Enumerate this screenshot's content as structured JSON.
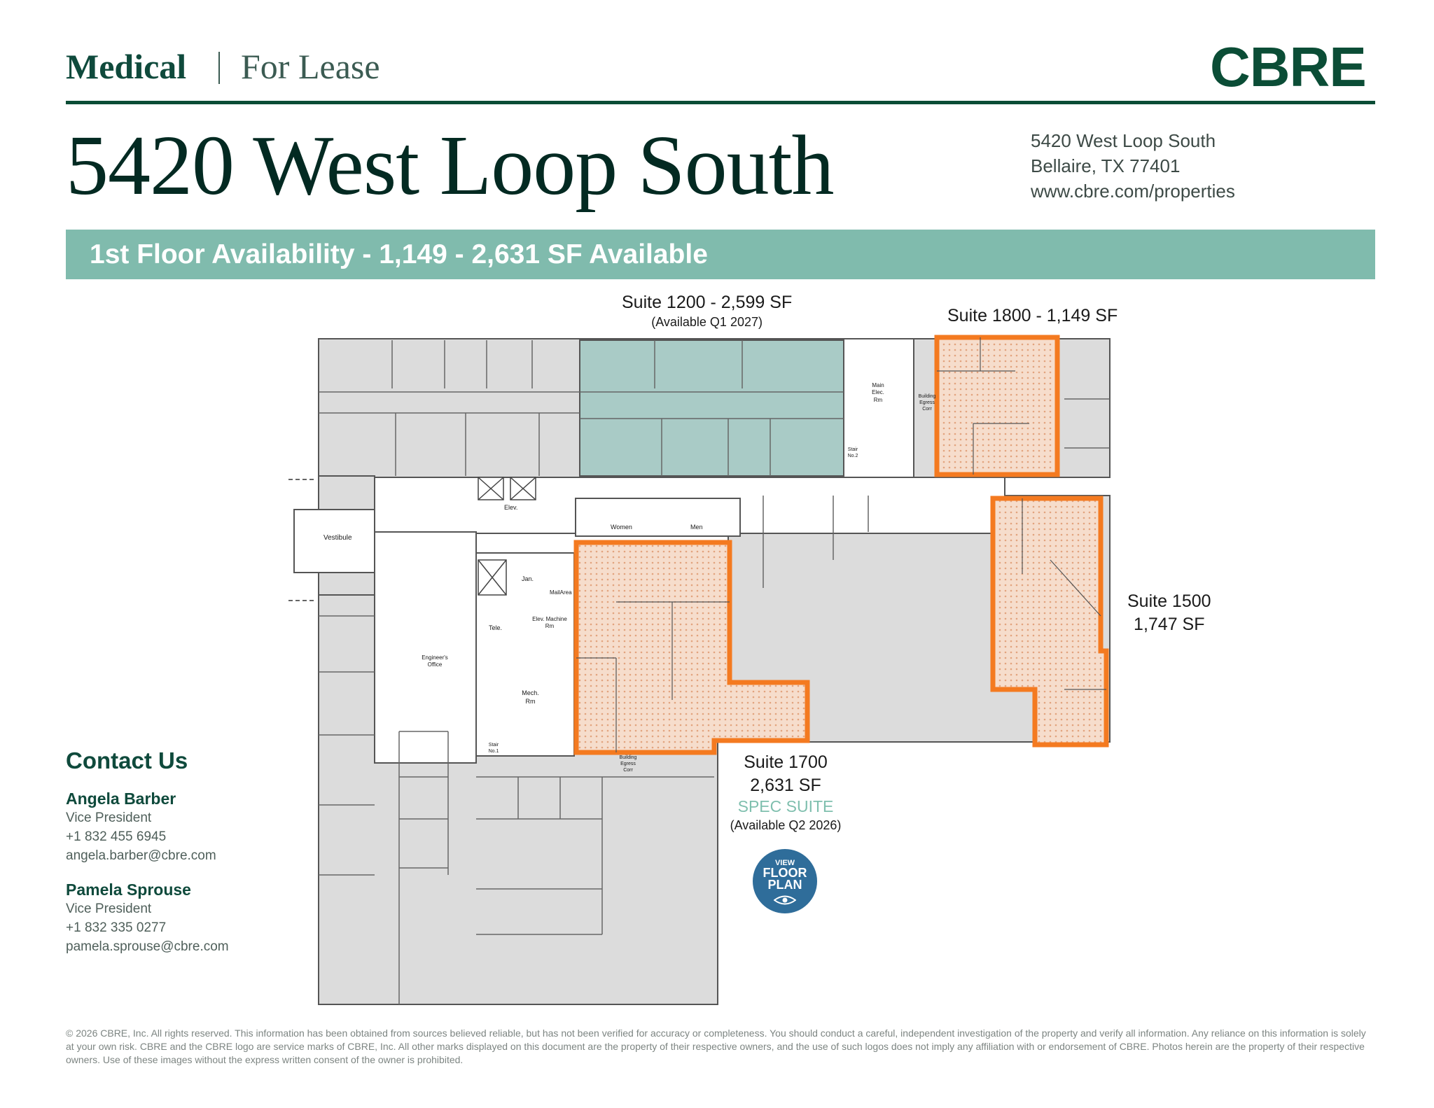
{
  "header": {
    "category": "Medical",
    "lease_type": "For Lease",
    "logo_text": "CBRE",
    "title": "5420 West Loop South",
    "address": {
      "street": "5420 West Loop South",
      "city": "Bellaire, TX 77401",
      "url": "www.cbre.com/properties"
    }
  },
  "banner": {
    "text": "1st Floor Availability - 1,149 - 2,631 SF Available"
  },
  "plan": {
    "suite_1200": {
      "name": "Suite 1200 - 2,599 SF",
      "note": "(Available Q1 2027)"
    },
    "suite_1800": {
      "name": "Suite 1800 - 1,149 SF"
    },
    "suite_1500": {
      "name": "Suite 1500",
      "size": "1,747 SF"
    },
    "suite_1700": {
      "name": "Suite 1700",
      "size": "2,631 SF",
      "tag": "SPEC SUITE",
      "note": "(Available Q2 2026)"
    },
    "rooms": {
      "vestibule": "Vestibule",
      "elev": "Elev.",
      "women": "Women",
      "men": "Men",
      "jan": "Jan.",
      "mail": "MailArea",
      "tele": "Tele.",
      "elev_machine": "Elev. Machine Rm",
      "mech": "Mech. Rm",
      "engineer": "Engineer's Office",
      "stair1": "Stair No.1",
      "stair2": "Stair No.2",
      "egress1": "Building Egress Corr",
      "egress2": "Building Egress Corr",
      "main_elec": "Main Elec. Rm"
    },
    "view_button": {
      "line1": "VIEW",
      "line2": "FLOOR",
      "line3": "PLAN",
      "icon": "eye-icon"
    },
    "colors": {
      "highlight": "#f47a20",
      "suite_fill": "#f6ddcc",
      "future": "#a9cbc6",
      "base": "#dcdcdc"
    }
  },
  "contact": {
    "title": "Contact Us",
    "people": [
      {
        "name": "Angela Barber",
        "role": "Vice President",
        "phone": "+1 832 455 6945",
        "email": "angela.barber@cbre.com"
      },
      {
        "name": "Pamela Sprouse",
        "role": "Vice President",
        "phone": "+1 832 335 0277",
        "email": "pamela.sprouse@cbre.com"
      }
    ]
  },
  "footer": {
    "text": "© 2026 CBRE, Inc. All rights reserved. This information has been obtained from sources believed reliable, but has not been verified for accuracy or completeness. You should conduct a careful, independent investigation of the property and verify all information. Any reliance on this information is solely at your own risk. CBRE and the CBRE logo are service marks of CBRE, Inc. All other marks displayed on this document are the property of their respective owners, and the use of such logos does not imply any affiliation with or endorsement of CBRE. Photos herein are the property of their respective owners. Use of these images without the express written consent of the owner is prohibited."
  }
}
